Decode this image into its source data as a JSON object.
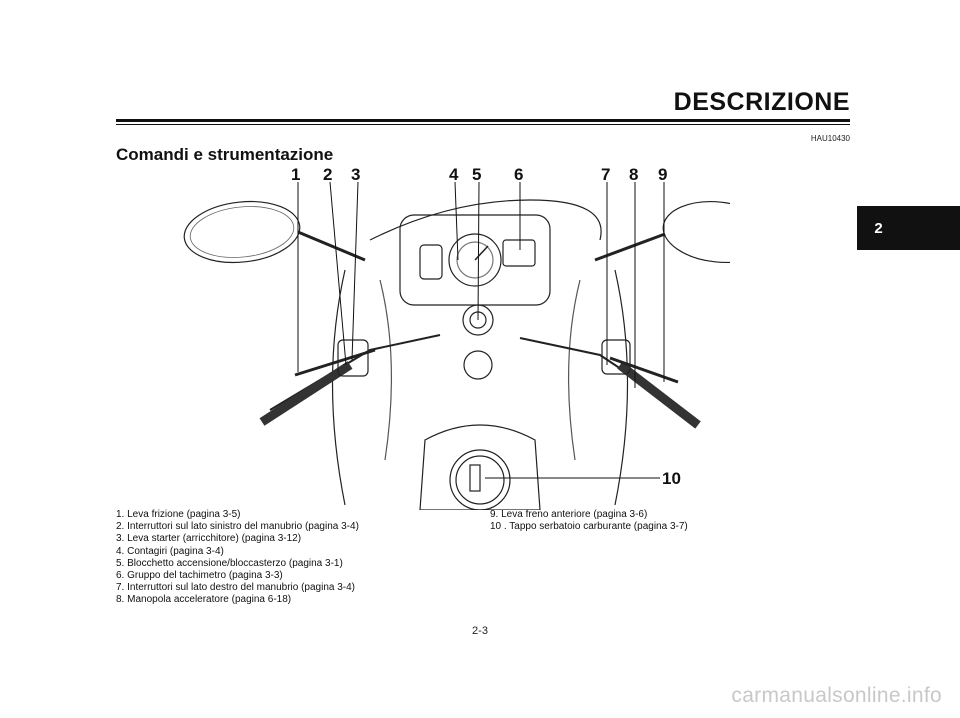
{
  "header": {
    "title": "DESCRIZIONE"
  },
  "doc_code": "HAU10430",
  "section_title": "Comandi e strumentazione",
  "chapter_tab": "2",
  "figure": {
    "callouts": [
      "1",
      "2",
      "3",
      "4",
      "5",
      "6",
      "7",
      "8",
      "9",
      "10"
    ]
  },
  "legend": {
    "items": [
      "1. Leva frizione (pagina 3-5)",
      "2. Interruttori sul lato sinistro del manubrio (pagina 3-4)",
      "3. Leva starter (arricchitore) (pagina 3-12)",
      "4. Contagiri (pagina 3-4)",
      "5. Blocchetto accensione/bloccasterzo (pagina 3-1)",
      "6. Gruppo del tachimetro (pagina 3-3)",
      "7. Interruttori sul lato destro del manubrio (pagina 3-4)",
      "8. Manopola acceleratore (pagina 6-18)",
      "9. Leva freno anteriore (pagina 3-6)",
      "10 . Tappo serbatoio carburante (pagina 3-7)"
    ]
  },
  "page_number": "2-3",
  "watermark": "carmanualsonline.info"
}
